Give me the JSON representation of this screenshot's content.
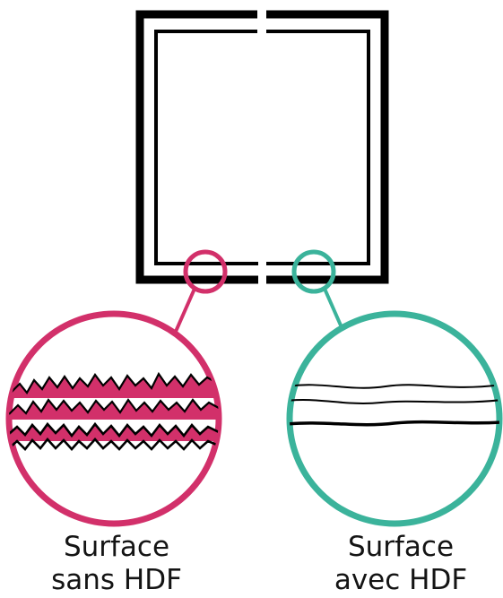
{
  "colors": {
    "outline": "#000000",
    "without_hdf": "#d2306a",
    "with_hdf": "#3bb39b",
    "text": "#141414",
    "background": "#ffffff"
  },
  "captions": {
    "left": {
      "line1": "Surface",
      "line2": "sans HDF"
    },
    "right": {
      "line1": "Surface",
      "line2": "avec HDF"
    }
  }
}
